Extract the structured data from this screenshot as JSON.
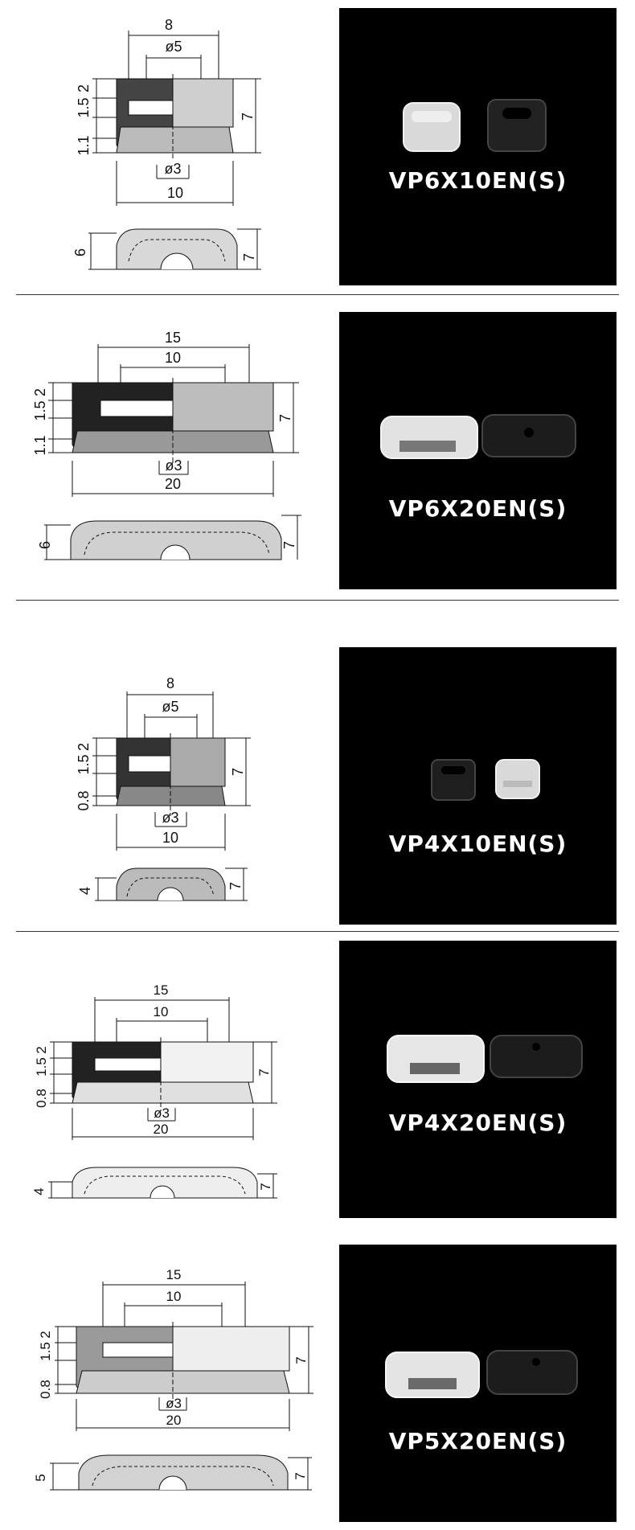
{
  "sections": [
    {
      "model": "VP6X10EN(S)",
      "dims": {
        "outer": "8",
        "bore": "ø5",
        "h1": "2",
        "h2": "1.5",
        "h3": "1.1",
        "height": "7",
        "hole": "ø3",
        "width": "10",
        "bottom_h": "6",
        "bottom_w": "7"
      },
      "pads": [
        "clear",
        "black"
      ]
    },
    {
      "model": "VP6X20EN(S)",
      "dims": {
        "outer": "15",
        "bore": "10",
        "h1": "2",
        "h2": "1.5",
        "h3": "1.1",
        "height": "7",
        "hole": "ø3",
        "width": "20",
        "bottom_h": "6",
        "bottom_w": "7"
      },
      "pads": [
        "clear",
        "black"
      ]
    },
    {
      "model": "VP4X10EN(S)",
      "dims": {
        "outer": "8",
        "bore": "ø5",
        "h1": "2",
        "h2": "1.5",
        "h3": "0.8",
        "height": "7",
        "hole": "ø3",
        "width": "10",
        "bottom_h": "4",
        "bottom_w": "7"
      },
      "pads": [
        "black",
        "clear"
      ]
    },
    {
      "model": "VP4X20EN(S)",
      "dims": {
        "outer": "15",
        "bore": "10",
        "h1": "2",
        "h2": "1.5",
        "h3": "0.8",
        "height": "7",
        "hole": "ø3",
        "width": "20",
        "bottom_h": "4",
        "bottom_w": "7"
      },
      "pads": [
        "clear",
        "black"
      ]
    },
    {
      "model": "VP5X20EN(S)",
      "dims": {
        "outer": "15",
        "bore": "10",
        "h1": "2",
        "h2": "1.5",
        "h3": "0.8",
        "height": "7",
        "hole": "ø3",
        "width": "20",
        "bottom_h": "5",
        "bottom_w": "7"
      },
      "pads": [
        "clear",
        "black"
      ]
    }
  ]
}
